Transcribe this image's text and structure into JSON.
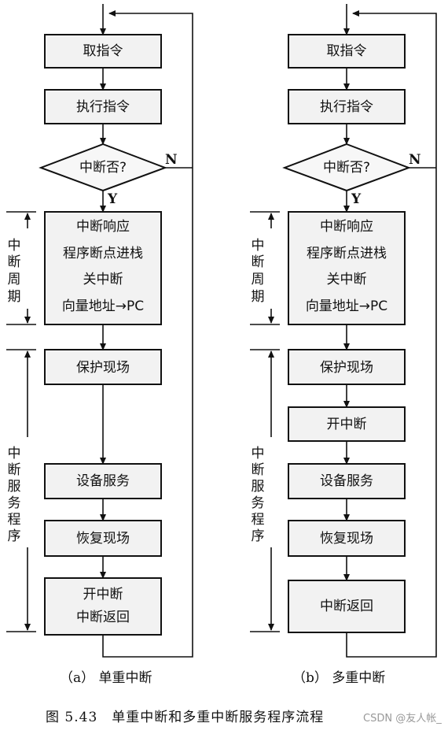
{
  "left": {
    "steps": {
      "fetch": "取指令",
      "execute": "执行指令",
      "decision": "中断否?",
      "yes": "Y",
      "no": "N",
      "cycle_lines": [
        "中断响应",
        "程序断点进栈",
        "关中断",
        "向量地址→PC"
      ],
      "save": "保护现场",
      "service": "设备服务",
      "restore": "恢复现场",
      "ret_lines": [
        "开中断",
        "中断返回"
      ]
    },
    "cycle_label": [
      "中",
      "断",
      "周",
      "期"
    ],
    "service_label": [
      "中",
      "断",
      "服",
      "务",
      "程",
      "序"
    ],
    "subtitle": "（a） 单重中断"
  },
  "right": {
    "steps": {
      "fetch": "取指令",
      "execute": "执行指令",
      "decision": "中断否?",
      "yes": "Y",
      "no": "N",
      "cycle_lines": [
        "中断响应",
        "程序断点进栈",
        "关中断",
        "向量地址→PC"
      ],
      "save": "保护现场",
      "enable": "开中断",
      "service": "设备服务",
      "restore": "恢复现场",
      "ret": "中断返回"
    },
    "cycle_label": [
      "中",
      "断",
      "周",
      "期"
    ],
    "service_label": [
      "中",
      "断",
      "服",
      "务",
      "程",
      "序"
    ],
    "subtitle": "（b） 多重中断"
  },
  "caption": "图 5.43　单重中断和多重中断服务程序流程",
  "watermark": "CSDN @友人帐_"
}
